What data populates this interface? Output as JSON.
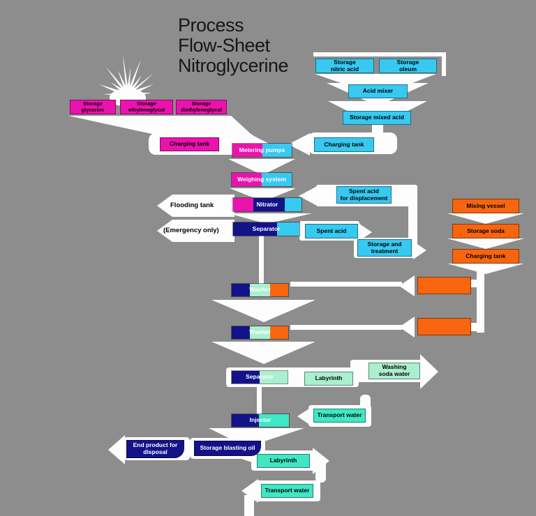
{
  "title": "Process\nFlow-Sheet\nNitroglycerine",
  "annotations": {
    "flooding_tank": "Flooding tank",
    "emergency_only": "(Emergency only)"
  },
  "nodes": {
    "storage_glycerine": "Storage\nglycerine",
    "storage_ethyleneglycol": "Storage\nethyleneglycol",
    "storage_diethyleneglycol": "Storage\ndiethyleneglycol",
    "storage_nitric_acid": "Storage\nnitric acid",
    "storage_oleum": "Storage\noleum",
    "acid_mixer": "Acid mixer",
    "storage_mixed_acid": "Storage mixed acid",
    "charging_tank_acid": "Charging tank",
    "charging_tank_glycol": "Charging tank",
    "metering_pumps": "Metering pumps",
    "weighing_system": "Weighing system",
    "nitrator": "Nitrator",
    "separator_1": "Separator",
    "spent_acid": "Spent acid",
    "spent_acid_displacement": "Spent acid\nfor displacement",
    "storage_treatment": "Storage and\ntreatment",
    "mixing_vessel": "Mixing vessel",
    "storage_soda": "Storage soda",
    "charging_tank_soda": "Charging tank",
    "washer_1": "Washer",
    "washer_2": "Washer",
    "separator_2": "Separator",
    "labyrinth_1": "Labyrinth",
    "washing_soda_water": "Washing\nsoda water",
    "injector": "Injector",
    "transport_water_1": "Transport water",
    "end_product": "End product for\ndisposal",
    "storage_blasting_oil": "Storage blasting oil",
    "labyrinth_2": "Labyrinth",
    "transport_water_2": "Transport water"
  },
  "icons": {
    "explosion": "explosion-starburst"
  },
  "colors": {
    "bg": "#8D8D8D",
    "white": "#FDFDFD",
    "magenta": "#EB13AE",
    "cyan": "#38C9F1",
    "navy": "#131289",
    "orange": "#F8650F",
    "mint": "#ABEFD0",
    "turquoise": "#3FE7C4",
    "text_dark": "#000000",
    "title": "#161616"
  }
}
